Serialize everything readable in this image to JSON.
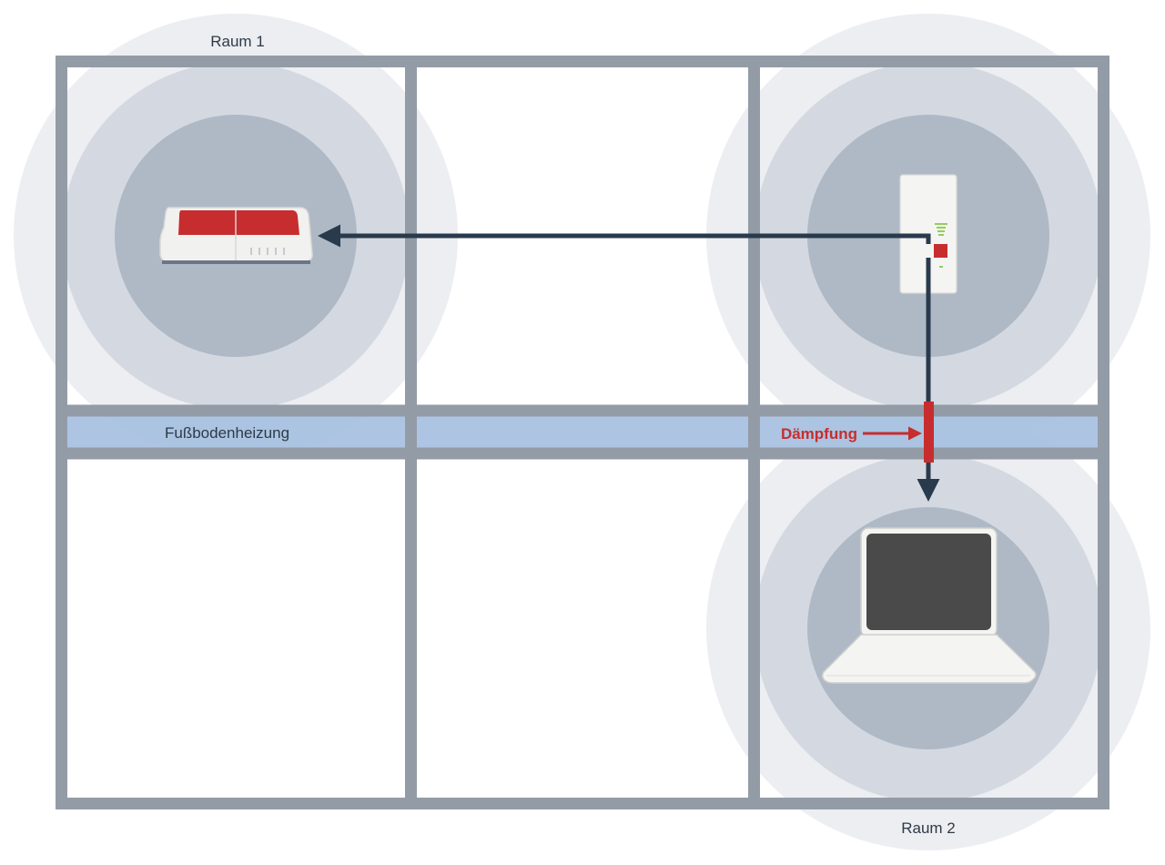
{
  "labels": {
    "room1": "Raum 1",
    "room2": "Raum 2",
    "floor_heating": "Fußbodenheizung",
    "damping": "Dämpfung"
  },
  "colors": {
    "wall": "#939ca6",
    "floor_heating_band": "#a4bfe0",
    "signal_outer": "#eceef2",
    "signal_mid": "#d4d9e1",
    "signal_inner": "#afb9c6",
    "arrow": "#2a3a4d",
    "damping": "#c72d2e",
    "router_top": "#c72d2e",
    "laptop_screen": "#4a4a4a"
  },
  "icons": {
    "router": "router-icon",
    "repeater": "repeater-icon",
    "laptop": "laptop-icon"
  }
}
